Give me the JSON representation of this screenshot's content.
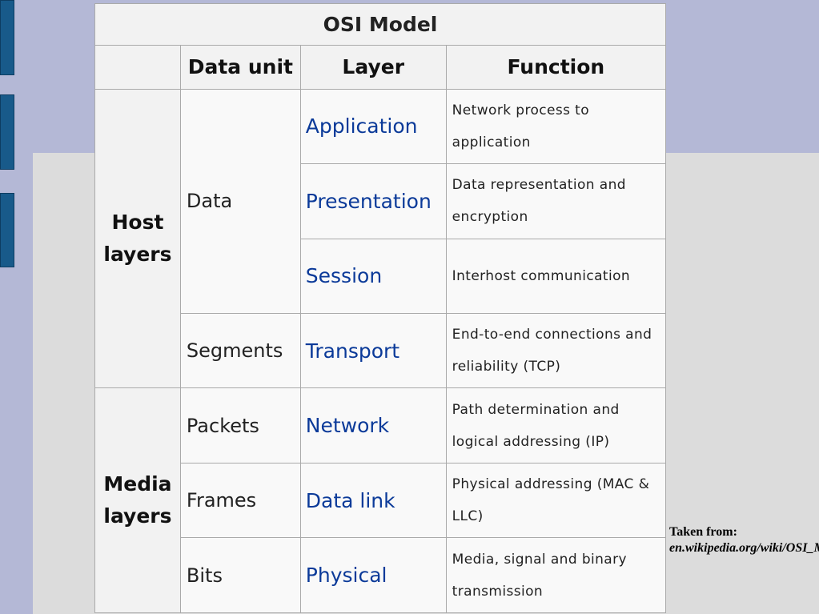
{
  "table": {
    "title": "OSI Model",
    "headers": [
      "",
      "Data unit",
      "Layer",
      "Function"
    ],
    "groups": [
      "Host layers",
      "Media layers"
    ],
    "rows": [
      {
        "unit": "Data",
        "layer": "Application",
        "function": "Network process to application"
      },
      {
        "unit": "",
        "layer": "Presentation",
        "function": "Data representation and encryption"
      },
      {
        "unit": "",
        "layer": "Session",
        "function": "Interhost communication"
      },
      {
        "unit": "Segments",
        "layer": "Transport",
        "function": "End-to-end connections and reliability (TCP)"
      },
      {
        "unit": "Packets",
        "layer": "Network",
        "function": "Path determination and logical addressing (IP)"
      },
      {
        "unit": "Frames",
        "layer": "Data link",
        "function": "Physical addressing (MAC & LLC)"
      },
      {
        "unit": "Bits",
        "layer": "Physical",
        "function": "Media, signal and binary transmission"
      }
    ]
  },
  "credit": {
    "label": "Taken from:",
    "source": "en.wikipedia.org/wiki/OSI_Model"
  }
}
